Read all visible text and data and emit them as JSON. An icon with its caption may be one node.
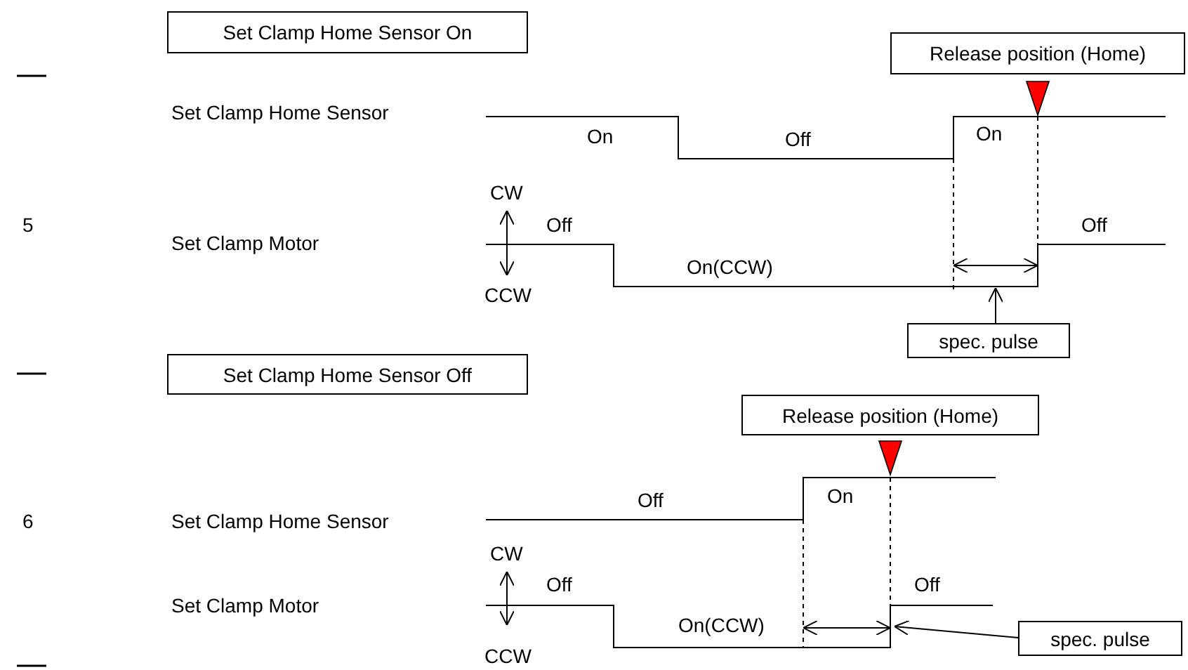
{
  "diagram": {
    "nodes": [
      {
        "text": [
          "Set Clamp Home Sensor On"
        ]
      },
      {
        "text": [
          "Release position (Home)"
        ]
      },
      {
        "text": [
          "spec. pulse"
        ]
      },
      {
        "text": [
          "Set Clamp Home Sensor Off"
        ]
      },
      {
        "text": [
          "Release position (Home)"
        ]
      },
      {
        "text": [
          "spec. pulse"
        ]
      }
    ],
    "edges": [
      {
        "from": 2,
        "to": null,
        "arrow": "to"
      },
      {
        "from": 5,
        "to": null,
        "arrow": "to"
      }
    ],
    "labels": [
      "5",
      "Set Clamp Home Sensor",
      "On",
      "Off",
      "On",
      "CW",
      "Off",
      "Set Clamp Motor",
      "On(CCW)",
      "Off",
      "CCW",
      "6",
      "Off",
      "On",
      "Set Clamp Home Sensor",
      "CW",
      "Off",
      "Off",
      "Set Clamp Motor",
      "On(CCW)",
      "CCW"
    ]
  }
}
